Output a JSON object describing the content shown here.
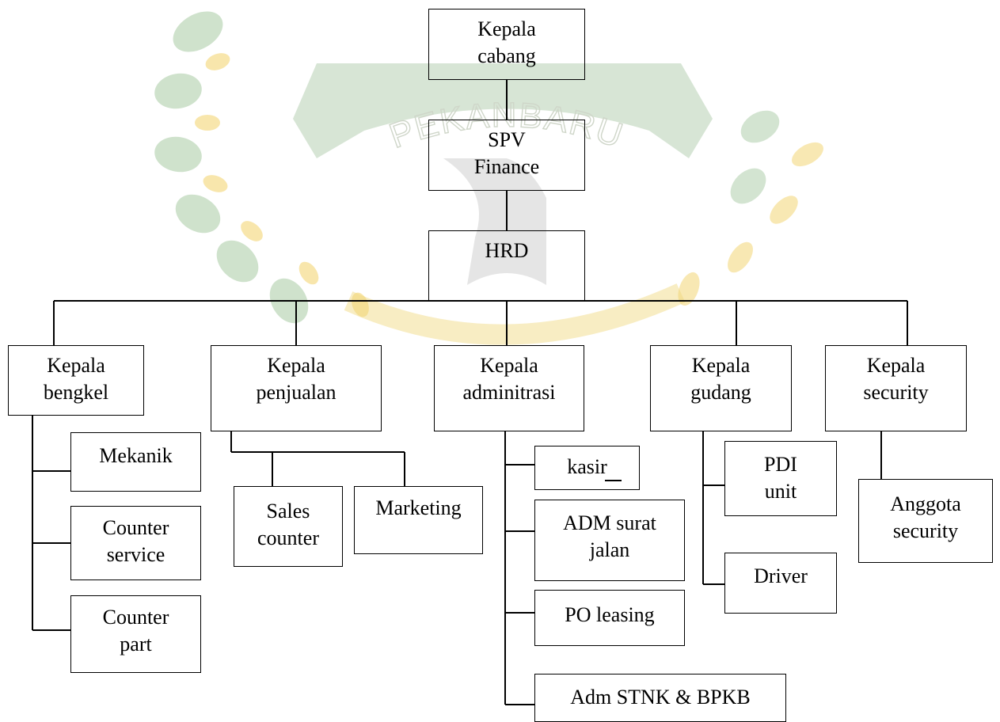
{
  "watermark": {
    "text": "PEKANBARU",
    "colors": {
      "green": "#8cb88a",
      "gold": "#f0c840",
      "dark": "#9a9a9a",
      "outline": "#e0e6d8"
    }
  },
  "chart": {
    "root": {
      "line1": "Kepala",
      "line2": "cabang"
    },
    "spv": {
      "line1": "SPV",
      "line2": "Finance"
    },
    "hrd": {
      "line1": "HRD"
    },
    "bengkel": {
      "head": {
        "line1": "Kepala",
        "line2": "bengkel"
      },
      "staff": [
        {
          "line1": "Mekanik"
        },
        {
          "line1": "Counter",
          "line2": "service"
        },
        {
          "line1": "Counter",
          "line2": "part"
        }
      ]
    },
    "penjualan": {
      "head": {
        "line1": "Kepala",
        "line2": "penjualan"
      },
      "staff": [
        {
          "line1": "Sales",
          "line2": "counter"
        },
        {
          "line1": "Marketing"
        }
      ]
    },
    "adminitrasi": {
      "head": {
        "line1": "Kepala",
        "line2": "adminitrasi"
      },
      "staff": [
        {
          "line1": "kasir"
        },
        {
          "line1": "ADM surat",
          "line2": "jalan"
        },
        {
          "line1": "PO leasing"
        },
        {
          "line1": "Adm STNK & BPKB"
        }
      ]
    },
    "gudang": {
      "head": {
        "line1": "Kepala",
        "line2": "gudang"
      },
      "staff": [
        {
          "line1": "PDI",
          "line2": "unit"
        },
        {
          "line1": "Driver"
        }
      ]
    },
    "security": {
      "head": {
        "line1": "Kepala",
        "line2": "security"
      },
      "staff": [
        {
          "line1": "Anggota",
          "line2": "security"
        }
      ]
    }
  }
}
